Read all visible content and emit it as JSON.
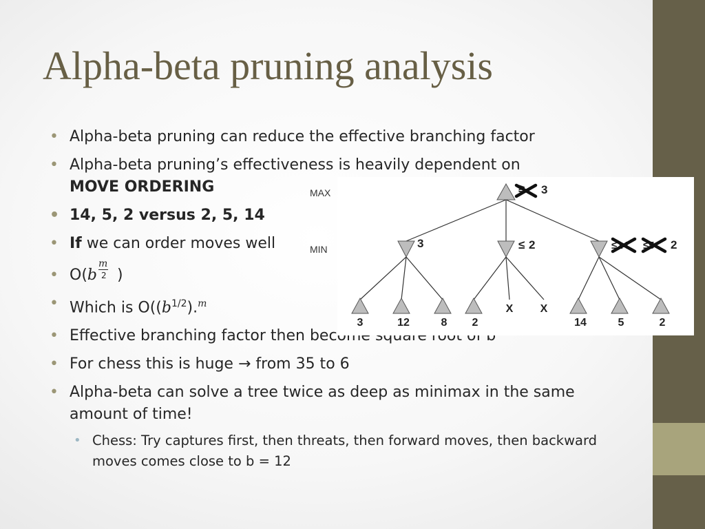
{
  "slide": {
    "title": "Alpha-beta pruning analysis",
    "colors": {
      "title": "#675f45",
      "band_dark": "#666049",
      "band_light": "#a8a47c",
      "bullet": "#9b9676"
    }
  },
  "bullets": {
    "b1": "Alpha-beta pruning can reduce the effective branching factor",
    "b2_text": "Alpha-beta pruning’s effectiveness is heavily dependent on",
    "b2_bold": "MOVE ORDERING",
    "b3": "14, 5, 2 versus 2, 5, 14",
    "b4_bold": "If",
    "b4_text": " we can order moves well",
    "b5_open": "O(",
    "b5_base": "b",
    "b5_num": "m",
    "b5_den": "2",
    "b5_close": " )",
    "b6_open": "Which is O((",
    "b6_base": "b",
    "b6_exp": "1/2",
    "b6_close": ").",
    "b6_exp2": "m",
    "b7": "Effective branching factor then become square root of b",
    "b8_pre": "For chess this is huge ",
    "b8_arrow": "→",
    "b8_post": " from 35 to 6",
    "b9": "Alpha-beta can solve a tree twice as deep as minimax in the same amount of time!",
    "sub1": "Chess: Try captures first, then threats, then forward moves, then backward moves comes close to b = 12"
  },
  "tree": {
    "max_label": "MAX",
    "min_label": "MIN",
    "root": {
      "struck": "≥",
      "value": "3"
    },
    "min_nodes": [
      {
        "label": "3"
      },
      {
        "prefix": "≤",
        "value": "2"
      },
      {
        "struck1": "≤14",
        "struck2": "≤5",
        "value": "2"
      }
    ],
    "leaves": [
      "3",
      "12",
      "8",
      "2",
      "X",
      "X",
      "14",
      "5",
      "2"
    ]
  }
}
